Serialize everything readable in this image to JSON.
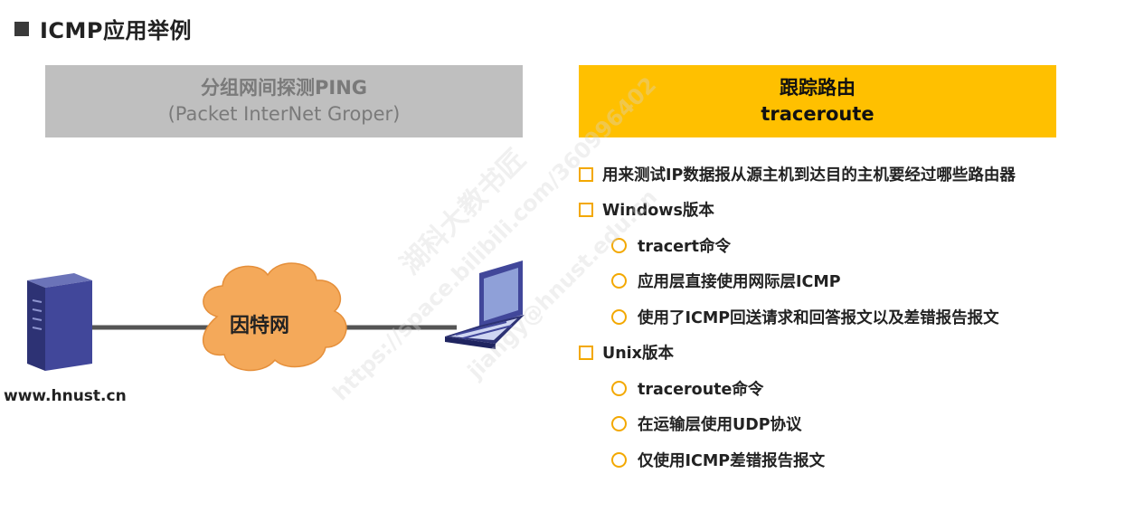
{
  "title": "ICMP应用举例",
  "tabs": {
    "ping_line1": "分组网间探测PING",
    "ping_line2": "(Packet InterNet Groper)",
    "trace_line1": "跟踪路由",
    "trace_line2": "traceroute"
  },
  "bullets": [
    {
      "level": 1,
      "text": "用来测试IP数据报从源主机到达目的主机要经过哪些路由器"
    },
    {
      "level": 1,
      "text": "Windows版本"
    },
    {
      "level": 2,
      "text": "tracert命令"
    },
    {
      "level": 2,
      "text": "应用层直接使用网际层ICMP"
    },
    {
      "level": 2,
      "text": "使用了ICMP回送请求和回答报文以及差错报告报文"
    },
    {
      "level": 1,
      "text": "Unix版本"
    },
    {
      "level": 2,
      "text": "traceroute命令"
    },
    {
      "level": 2,
      "text": "在运输层使用UDP协议"
    },
    {
      "level": 2,
      "text": "仅使用ICMP差错报告报文"
    }
  ],
  "diagram": {
    "cloud_label": "因特网",
    "server_label": "www.hnust.cn"
  },
  "colors": {
    "accent": "#ffc000",
    "bullet_marker": "#f3a800",
    "cloud": "#f4a95a",
    "inactive_tab": "#bfbfbf"
  },
  "watermarks": [
    "湖科大教书匠",
    "https://space.bilibili.com/360996402",
    "jiangy@hnust.edu.cn"
  ]
}
